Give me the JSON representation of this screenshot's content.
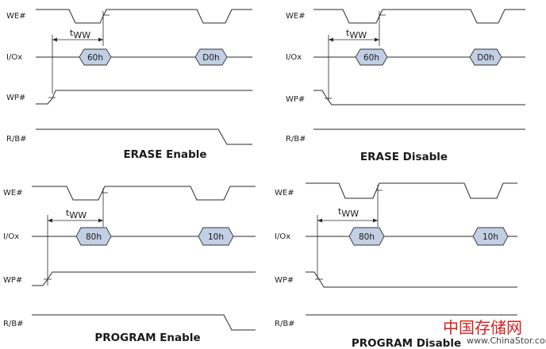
{
  "signals": {
    "we": "WE#",
    "io": "I/Ox",
    "wp": "WP#",
    "rb": "R/B#"
  },
  "tww": {
    "t": "t",
    "sub": "WW"
  },
  "panels": [
    {
      "caption": "ERASE Enable",
      "cmd1": "60h",
      "cmd2": "D0h"
    },
    {
      "caption": "ERASE Disable",
      "cmd1": "60h",
      "cmd2": "D0h"
    },
    {
      "caption": "PROGRAM Enable",
      "cmd1": "80h",
      "cmd2": "10h"
    },
    {
      "caption": "PROGRAM Disable",
      "cmd1": "80h",
      "cmd2": "10h"
    }
  ],
  "watermark": {
    "cn": "中国存储网",
    "url": "www.ChinaStor.com"
  },
  "colors": {
    "command_fill": "#c3cfe4",
    "watermark_red": "#d81e1e"
  }
}
